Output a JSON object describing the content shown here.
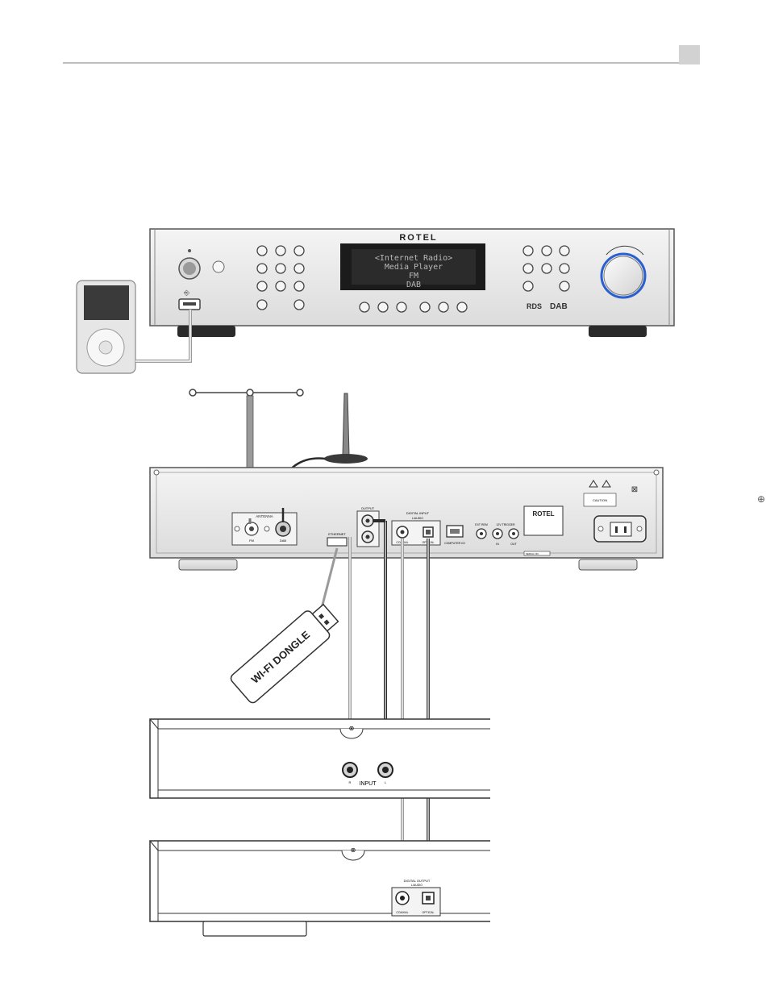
{
  "front_panel": {
    "brand": "ROTEL",
    "display_lines": [
      "<Internet Radio>",
      "Media Player",
      "FM",
      "DAB"
    ],
    "logos": [
      "RDS",
      "DAB"
    ]
  },
  "rear_panel": {
    "brand": "ROTEL",
    "antenna_label": "ANTENNA",
    "antenna_fm_label": "FM",
    "antenna_dab_label": "DAB",
    "output_label": "OUTPUT",
    "digital_input_label": "DIGITAL INPUT",
    "digital_input_sub": "L/AUDIO",
    "coaxial_label": "COAXIAL",
    "optical_label": "OPTICAL",
    "computer_label": "COMPUTER I/O",
    "ext_rem_label": "EXT REM",
    "trigger_label": "12V TRIGGER",
    "trigger_in": "IN",
    "trigger_out": "OUT",
    "ethernet_label": "ETHERNET",
    "caution_label": "CAUTION",
    "serial_label": "SERIAL NO."
  },
  "dongle_label": "WI-FI DONGLE",
  "amplifier": {
    "input_label": "INPUT",
    "r_label": "R",
    "l_label": "L"
  },
  "dac": {
    "digital_output_label": "DIGITAL OUTPUT",
    "digital_output_sub": "L/AUDIO",
    "coaxial_label": "COAXIAL",
    "optical_label": "OPTICAL"
  },
  "colors": {
    "device_silver": "#e9e9e9",
    "display_bg": "#1b1b1b",
    "display_text": "#b9b9b9",
    "knob_ring": "#2a5fd0",
    "cable_grey": "#9a9a9a",
    "cable_dark": "#2a2a2a"
  }
}
